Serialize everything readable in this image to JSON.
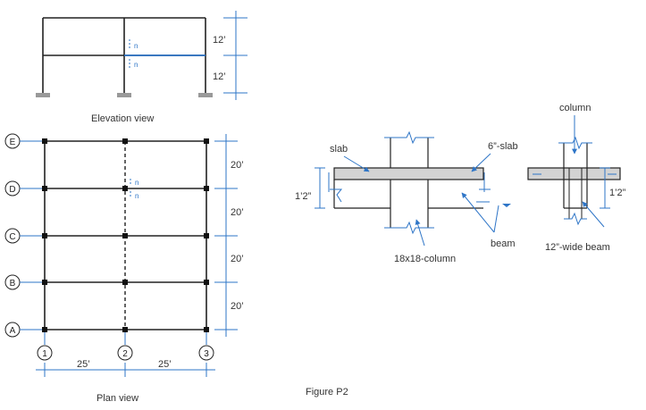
{
  "elevation": {
    "caption": "Elevation view",
    "story_heights": [
      "12’",
      "12’"
    ],
    "section_marks": [
      "n",
      "n"
    ]
  },
  "plan": {
    "caption": "Plan view",
    "row_labels": [
      "E",
      "D",
      "C",
      "B",
      "A"
    ],
    "col_labels": [
      "1",
      "2",
      "3"
    ],
    "bay_spans": [
      "20’",
      "20’",
      "20’",
      "20’"
    ],
    "col_spans": [
      "25’",
      "25’"
    ],
    "section_marks": [
      "n",
      "n"
    ]
  },
  "section1": {
    "slab_label": "slab",
    "slab_thickness_label": "6”-slab",
    "depth_label": "1’2”",
    "beam_label": "beam",
    "column_label": "18x18-column"
  },
  "section2": {
    "column_label": "column",
    "depth_label": "1’2”",
    "beam_label": "12”-wide beam"
  },
  "figure_caption": "Figure P2",
  "colors": {
    "dim": "#2e75c7",
    "frame": "#222222",
    "support": "#999999",
    "slab": "#d3d3d3"
  }
}
